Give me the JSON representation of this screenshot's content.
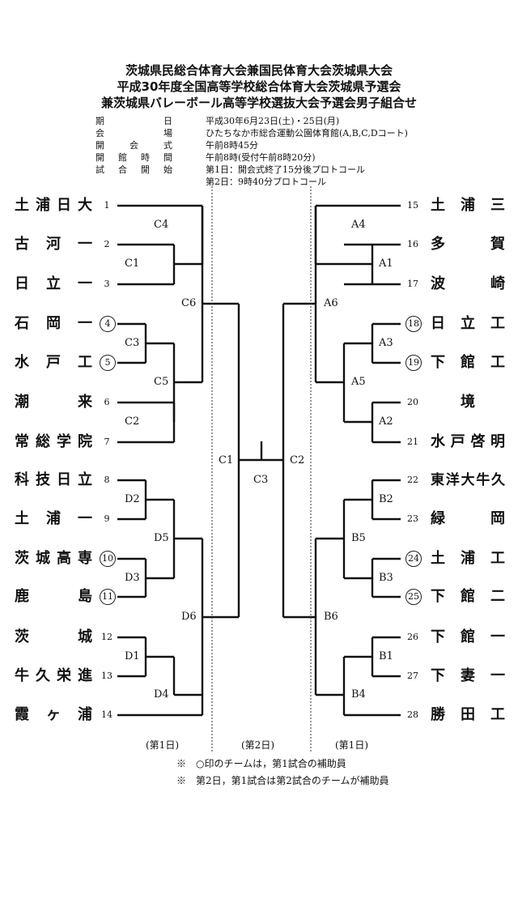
{
  "header": {
    "title_lines": [
      "茨城県民総合体育大会兼国民体育大会茨城県大会",
      "平成30年度全国高等学校総合体育大会茨城県予選会",
      "兼茨城県バレーボール高等学校選抜大会予選会男子組合せ"
    ],
    "info": [
      {
        "key": "期日",
        "value": "平成30年6月23日(土)・25日(月)"
      },
      {
        "key": "会場",
        "value": "ひたちなか市総合運動公園体育館(A,B,C,Dコート)"
      },
      {
        "key": "開会式",
        "value": "午前8時45分"
      },
      {
        "key": "開館時間",
        "value": "午前8時(受付午前8時20分)"
      },
      {
        "key": "試合開始",
        "value": "第1日：開会式終了15分後プロトコール"
      },
      {
        "key": "",
        "value": "第2日：9時40分プロトコール"
      }
    ]
  },
  "left_teams": [
    {
      "seed": "1",
      "name": "土浦日大",
      "circled": false
    },
    {
      "seed": "2",
      "name": "古河一",
      "circled": false
    },
    {
      "seed": "3",
      "name": "日立一",
      "circled": false
    },
    {
      "seed": "4",
      "name": "石岡一",
      "circled": true
    },
    {
      "seed": "5",
      "name": "水戸工",
      "circled": true
    },
    {
      "seed": "6",
      "name": "潮来",
      "circled": false
    },
    {
      "seed": "7",
      "name": "常総学院",
      "circled": false
    },
    {
      "seed": "8",
      "name": "科技日立",
      "circled": false
    },
    {
      "seed": "9",
      "name": "土浦一",
      "circled": false
    },
    {
      "seed": "10",
      "name": "茨城高専",
      "circled": true
    },
    {
      "seed": "11",
      "name": "鹿島",
      "circled": true
    },
    {
      "seed": "12",
      "name": "茨城",
      "circled": false
    },
    {
      "seed": "13",
      "name": "牛久栄進",
      "circled": false
    },
    {
      "seed": "14",
      "name": "霞ヶ浦",
      "circled": false
    }
  ],
  "right_teams": [
    {
      "seed": "15",
      "name": "土浦三",
      "circled": false
    },
    {
      "seed": "16",
      "name": "多賀",
      "circled": false
    },
    {
      "seed": "17",
      "name": "波崎",
      "circled": false
    },
    {
      "seed": "18",
      "name": "日立工",
      "circled": true
    },
    {
      "seed": "19",
      "name": "下館工",
      "circled": true
    },
    {
      "seed": "20",
      "name": "境",
      "circled": false
    },
    {
      "seed": "21",
      "name": "水戸啓明",
      "circled": false
    },
    {
      "seed": "22",
      "name": "東洋大牛久",
      "circled": false
    },
    {
      "seed": "23",
      "name": "緑岡",
      "circled": false
    },
    {
      "seed": "24",
      "name": "土浦工",
      "circled": true
    },
    {
      "seed": "25",
      "name": "下館二",
      "circled": true
    },
    {
      "seed": "26",
      "name": "下館一",
      "circled": false
    },
    {
      "seed": "27",
      "name": "下妻一",
      "circled": false
    },
    {
      "seed": "28",
      "name": "勝田工",
      "circled": false
    }
  ],
  "match_labels": {
    "C4": "C4",
    "C1a": "C1",
    "C3a": "C3",
    "C5": "C5",
    "C2a": "C2",
    "C6": "C6",
    "D2": "D2",
    "D5": "D5",
    "D3": "D3",
    "D1": "D1",
    "D4": "D4",
    "D6": "D6",
    "A4": "A4",
    "A1": "A1",
    "A6": "A6",
    "A3": "A3",
    "A5": "A5",
    "A2": "A2",
    "B2": "B2",
    "B5": "B5",
    "B3": "B3",
    "B6": "B6",
    "B1": "B1",
    "B4": "B4",
    "C1f": "C1",
    "C2f": "C2",
    "C3f": "C3"
  },
  "day_labels": {
    "left": "(第1日)",
    "center": "(第2日)",
    "right": "(第1日)"
  },
  "notes": [
    "※　○印のチームは，第1試合の補助員",
    "※　第2日，第1試合は第2試合のチームが補助員"
  ]
}
